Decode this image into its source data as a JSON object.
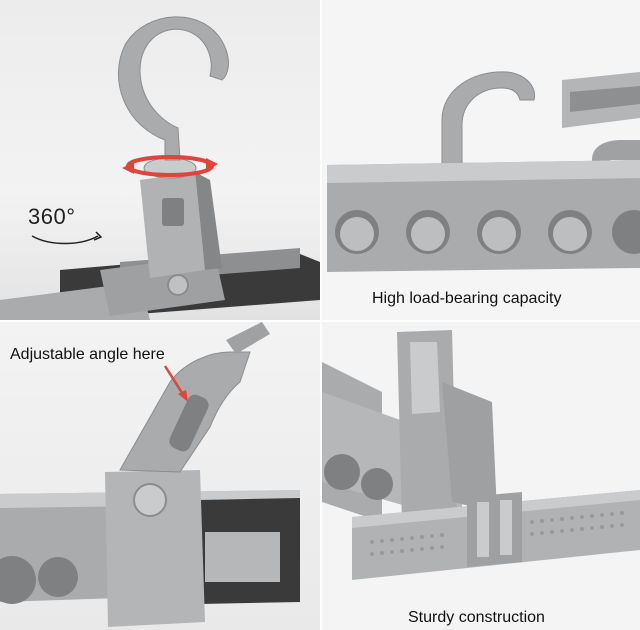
{
  "captions": {
    "rotation": "360°",
    "load": "High load-bearing capacity",
    "angle": "Adjustable angle here",
    "sturdy": "Sturdy construction"
  },
  "colors": {
    "plastic": "#a9abad",
    "plastic_shadow": "#7e8082",
    "plastic_light": "#c9cbcd",
    "accent_arrow": "#e0453a",
    "bar_dark": "#3a3a3a"
  }
}
